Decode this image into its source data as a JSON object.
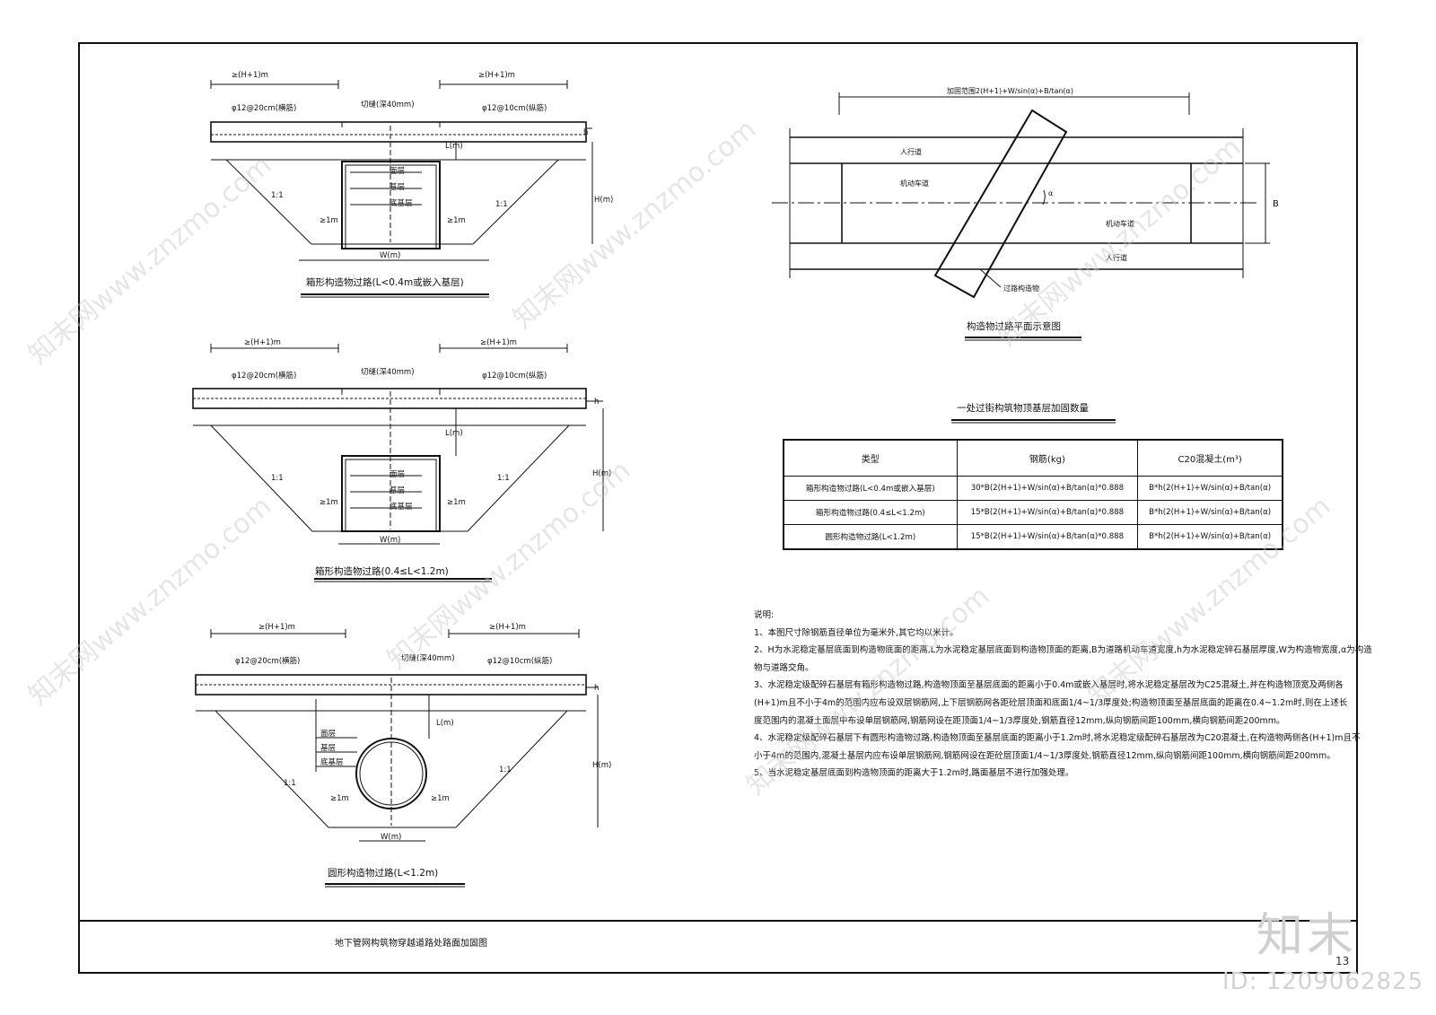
{
  "box_section_1": {
    "dim_left": "≥(H+1)m",
    "dim_right": "≥(H+1)m",
    "rebar_transverse": "φ12@20cm(横筋)",
    "joint": "切缝(深40mm)",
    "rebar_longitudinal": "φ12@10cm(纵筋)",
    "thickness": "h",
    "cover": "L(m)",
    "height": "H(m)",
    "slope_left": "1:1",
    "slope_right": "1:1",
    "layer_1": "面层",
    "layer_2": "基层",
    "layer_3": "底基层",
    "offset_left": "≥1m",
    "offset_right": "≥1m",
    "width": "W(m)",
    "caption": "箱形构造物过路(L<0.4m或嵌入基层)"
  },
  "box_section_2": {
    "dim_left": "≥(H+1)m",
    "dim_right": "≥(H+1)m",
    "rebar_transverse": "φ12@20cm(横筋)",
    "joint": "切缝(深40mm)",
    "rebar_longitudinal": "φ12@10cm(纵筋)",
    "thickness": "h",
    "cover": "L(m)",
    "height": "H(m)",
    "slope_left": "1:1",
    "slope_right": "1:1",
    "layer_1": "面层",
    "layer_2": "基层",
    "layer_3": "底基层",
    "offset_left": "≥1m",
    "offset_right": "≥1m",
    "width": "W(m)",
    "caption": "箱形构造物过路(0.4≤L<1.2m)"
  },
  "circle_section": {
    "dim_left": "≥(H+1)m",
    "dim_right": "≥(H+1)m",
    "rebar_transverse": "φ12@20cm(横筋)",
    "joint": "切缝(深40mm)",
    "rebar_longitudinal": "φ12@10cm(纵筋)",
    "thickness": "h",
    "cover": "L(m)",
    "height": "H(m)",
    "slope_left": "1:1",
    "slope_right": "1:1",
    "layer_1": "面层",
    "layer_2": "基层",
    "layer_3": "底基层",
    "offset_left": "≥1m",
    "offset_right": "≥1m",
    "width": "W(m)",
    "caption": "圆形构造物过路(L<1.2m)"
  },
  "plan": {
    "range_label": "加固范围2(H+1)+W/sin(α)+B/tan(α)",
    "sidewalk_top": "人行道",
    "lane_top": "机动车道",
    "lane_bottom": "机动车道",
    "sidewalk_bottom": "人行道",
    "angle": "α",
    "width_label": "B",
    "structure": "过路构造物",
    "caption": "构造物过路平面示意图"
  },
  "quantity_table": {
    "title": "一处过街构筑物顶基层加固数量",
    "headers": [
      "类型",
      "钢筋(kg)",
      "C20混凝土(m³)"
    ],
    "rows": [
      [
        "箱形构造物过路(L<0.4m或嵌入基层)",
        "30*B(2(H+1)+W/sin(α)+B/tan(α)*0.888",
        "B*h(2(H+1)+W/sin(α)+B/tan(α)"
      ],
      [
        "箱形构造物过路(0.4≤L<1.2m)",
        "15*B(2(H+1)+W/sin(α)+B/tan(α)*0.888",
        "B*h(2(H+1)+W/sin(α)+B/tan(α)"
      ],
      [
        "圆形构造物过路(L<1.2m)",
        "15*B(2(H+1)+W/sin(α)+B/tan(α)*0.888",
        "B*h(2(H+1)+W/sin(α)+B/tan(α)"
      ]
    ]
  },
  "notes": {
    "heading": "说明:",
    "lines": [
      "1、本图尺寸除钢筋直径单位为毫米外,其它均以米计。",
      "2、H为水泥稳定基层底面到构造物底面的距离,L为水泥稳定基层底面到构造物顶面的距离,B为道路机动车道宽度,h为水泥稳定碎石基层厚度,W为构造物宽度,α为构造",
      "物与道路交角。",
      "3、水泥稳定级配碎石基层有箱形构造物过路,构造物顶面至基层底面的距离小于0.4m或嵌入基层时,将水泥稳定基层改为C25混凝土,并在构造物顶宽及两侧各",
      "(H+1)m且不小于4m的范围内应布设双层钢筋网,上下层钢筋网各距砼层顶面和底面1/4~1/3厚度处;构造物顶面至基层底面的距离在0.4~1.2m时,则在上述长",
      "度范围内的混凝土面层中布设单层钢筋网,钢筋网设在距顶面1/4~1/3厚度处,钢筋直径12mm,纵向钢筋间距100mm,横向钢筋间距200mm。",
      "4、水泥稳定级配碎石基层下有圆形构造物过路,构造物顶面至基层底面的距离小于1.2m时,将水泥稳定级配碎石基层改为C20混凝土,在构造物两侧各(H+1)m且不",
      "小于4m的范围内,混凝土基层内应布设单层钢筋网,钢筋网设在距砼层顶面1/4~1/3厚度处,钢筋直径12mm,纵向钢筋间距100mm,横向钢筋间距200mm。",
      "5、当水泥稳定基层底面到构造物顶面的距离大于1.2m时,路面基层不进行加强处理。"
    ]
  },
  "title_block": {
    "drawing_title": "地下管网构筑物穿越道路处路面加固图",
    "page_number": "13"
  },
  "watermark": {
    "logo": "知末",
    "id": "ID: 1209062825",
    "site": "知末网www.znzmo.com"
  }
}
